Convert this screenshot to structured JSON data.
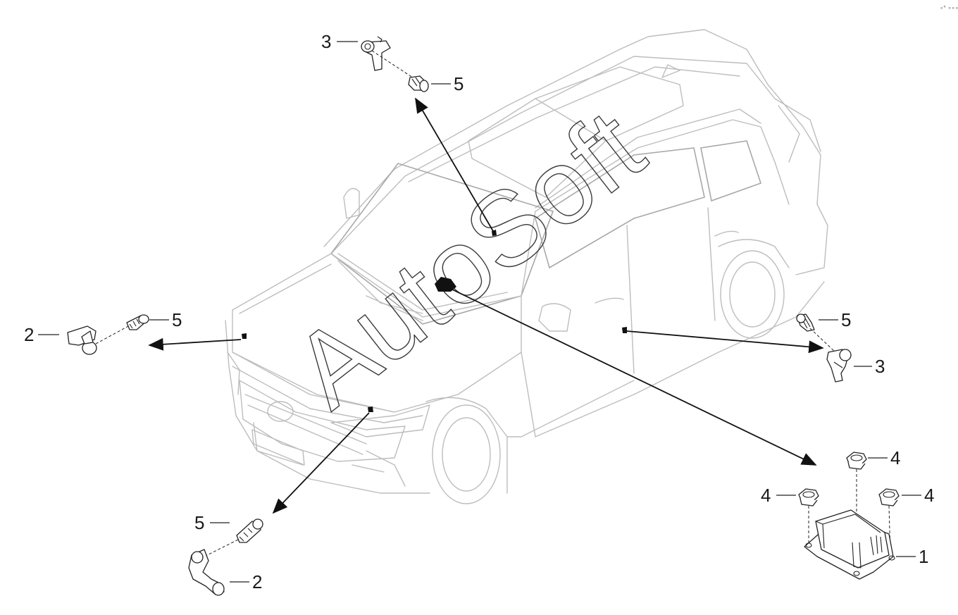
{
  "watermark": "AutoSoft",
  "corner_mark": "∘° ∘∘∘",
  "callouts": {
    "c1": "1",
    "c2_left": "2",
    "c2_bottom": "2",
    "c3_top": "3",
    "c3_right": "3",
    "c4_top": "4",
    "c4_left": "4",
    "c4_right": "4",
    "c5_top": "5",
    "c5_left": "5",
    "c5_right": "5",
    "c5_bottom": "5"
  }
}
